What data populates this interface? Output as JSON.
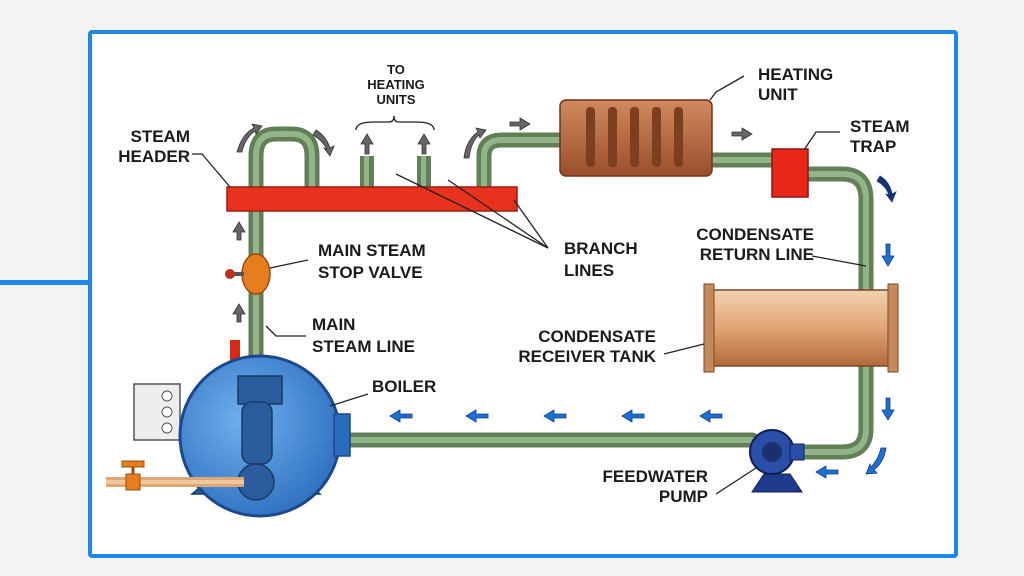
{
  "labels": {
    "to_heating_units_1": "TO",
    "to_heating_units_2": "HEATING",
    "to_heating_units_3": "UNITS",
    "steam_header_1": "STEAM",
    "steam_header_2": "HEADER",
    "heating_unit_1": "HEATING",
    "heating_unit_2": "UNIT",
    "steam_trap_1": "STEAM",
    "steam_trap_2": "TRAP",
    "main_stop_valve_1": "MAIN STEAM",
    "main_stop_valve_2": "STOP VALVE",
    "branch_lines_1": "BRANCH",
    "branch_lines_2": "LINES",
    "condensate_return_1": "CONDENSATE",
    "condensate_return_2": "RETURN LINE",
    "main_steam_line_1": "MAIN",
    "main_steam_line_2": "STEAM LINE",
    "receiver_tank_1": "CONDENSATE",
    "receiver_tank_2": "RECEIVER TANK",
    "boiler": "BOILER",
    "feedwater_pump_1": "FEEDWATER",
    "feedwater_pump_2": "PUMP"
  },
  "colors": {
    "frame_border": "#1f86ea",
    "pipe": "#627f58",
    "steam_header": "#e8321e",
    "heating_unit": "#b8643a",
    "steam_trap": "#e8261a",
    "boiler": "#3d86d6",
    "receiver_tank": "#e0a574",
    "flow_arrow_return": "#1f6fd1",
    "flow_arrow_steam": "#666666"
  }
}
